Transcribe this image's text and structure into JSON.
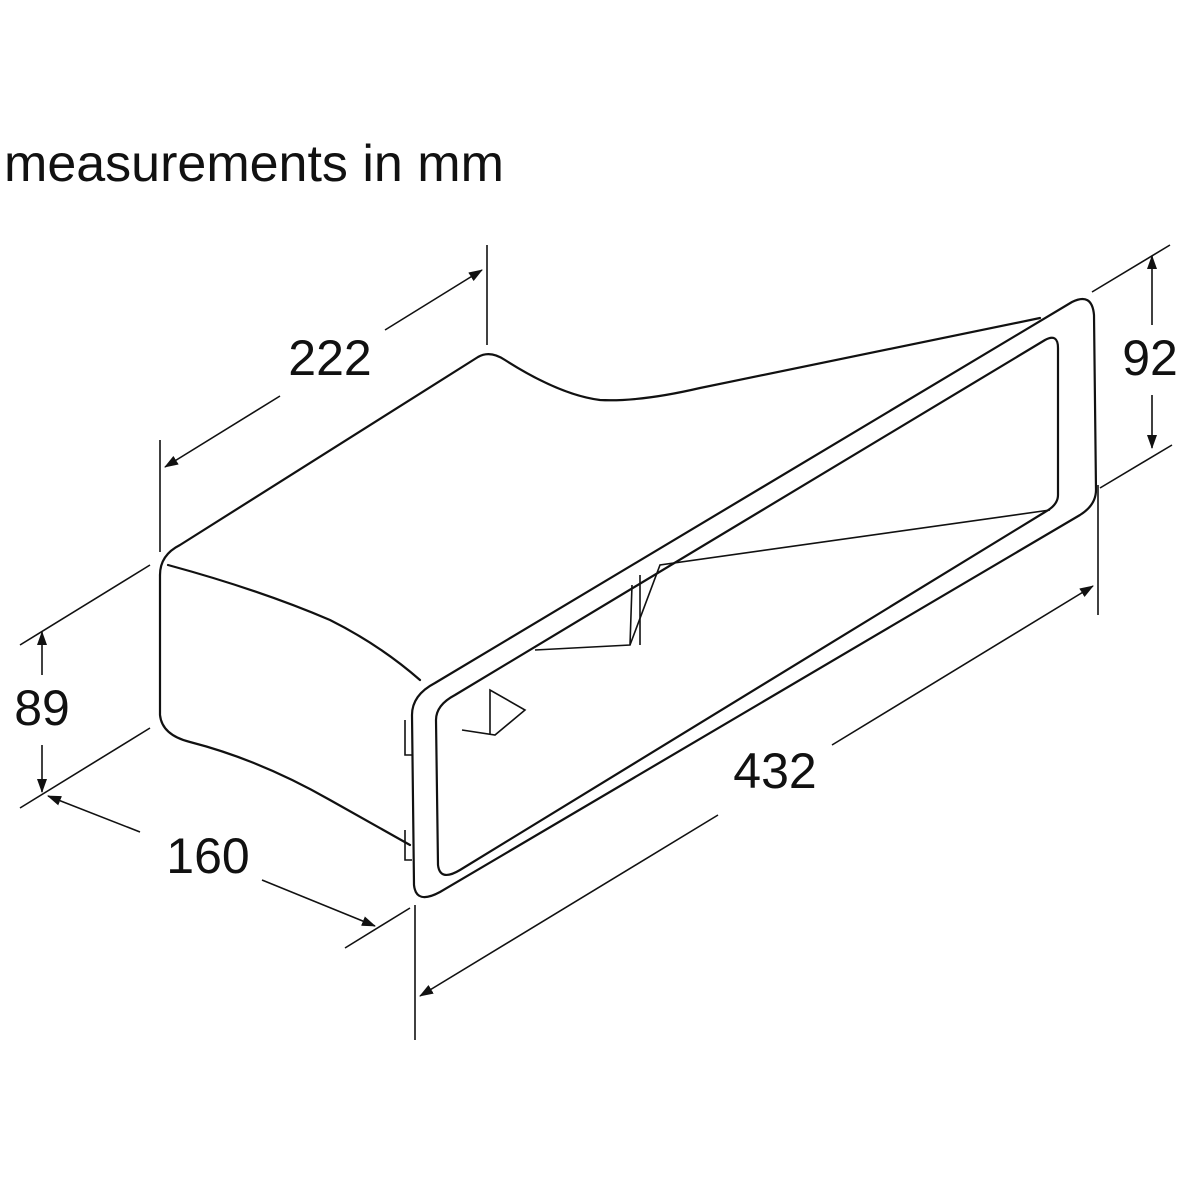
{
  "title": "measurements in mm",
  "dimensions": {
    "depth_top": "222",
    "outlet_height": "92",
    "inlet_height": "89",
    "inlet_width": "160",
    "length": "432"
  }
}
